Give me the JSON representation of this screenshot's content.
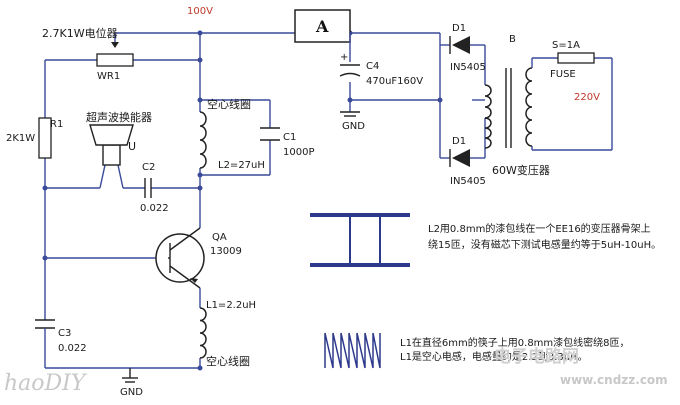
{
  "labels": {
    "supply_100v": "100V",
    "pot": "2.7K1W电位器",
    "wr1": "WR1",
    "r1": "R1",
    "r1_value": "2K1W",
    "transducer": "超声波换能器",
    "u": "U",
    "c2": "C2",
    "c2_value": "0.022",
    "aircoil_top": "空心线圈",
    "c1": "C1",
    "c1_value": "1000P",
    "l2": "L2=27uH",
    "qa": "QA",
    "qa_part": "13009",
    "l1": "L1=2.2uH",
    "aircoil_bottom": "空心线圈",
    "c3": "C3",
    "c3_value": "0.022",
    "gnd_left": "GND",
    "ammeter": "A",
    "c4": "C4",
    "c4_value": "470uF160V",
    "gnd_mid": "GND",
    "d1_top": "D1",
    "d1_top_part": "IN5405",
    "d1_bottom": "D1",
    "d1_bottom_part": "IN5405",
    "b": "B",
    "fuse_rating": "S=1A",
    "fuse": "FUSE",
    "mains": "220V",
    "transformer": "60W变压器"
  },
  "notes": {
    "l2_line1": "L2用0.8mm的漆包线在一个EE16的变压器骨架上",
    "l2_line2": "绕15匝，没有磁芯下测试电感量约等于5uH-10uH。",
    "l1_line1": "L1在直径6mm的筷子上用0.8mm漆包线密绕8匝，",
    "l1_line2": "L1是空心电感，电感量约是2.2到3.3uH。"
  },
  "watermark": {
    "site_cn": "电子电路网",
    "site_url": "www.cndzz.com",
    "logo": "haoDIY"
  },
  "colors": {
    "wire": "#3a4a9a",
    "ink": "#222222",
    "accent_red": "#c0392b"
  }
}
